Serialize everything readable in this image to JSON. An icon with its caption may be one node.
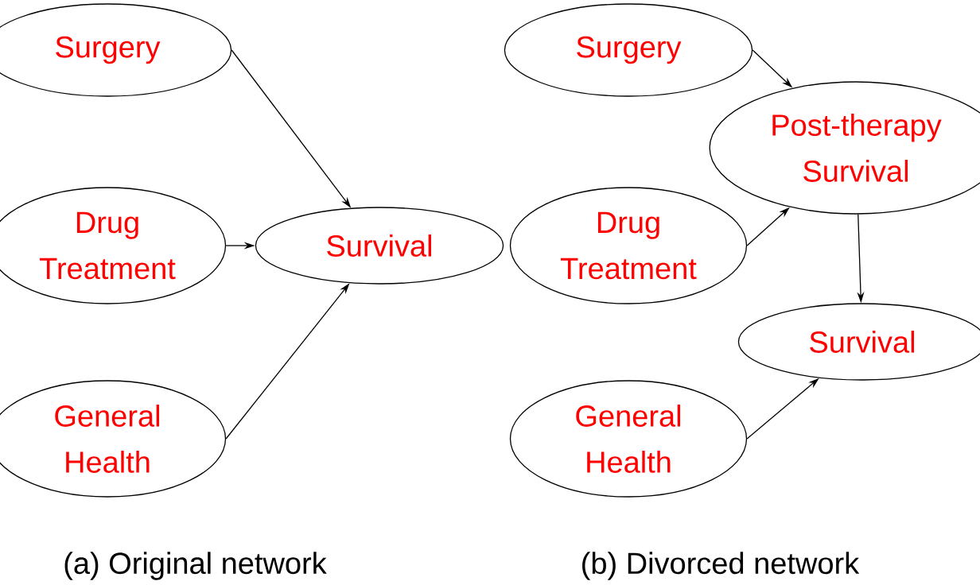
{
  "diagram": {
    "nodes": [
      {
        "text": [
          "Surgery"
        ]
      },
      {
        "text": [
          "Drug Treatment"
        ]
      },
      {
        "text": [
          "General Health"
        ]
      },
      {
        "text": [
          "Survival"
        ]
      },
      {
        "text": [
          "Surgery"
        ]
      },
      {
        "text": [
          "Drug Treatment"
        ]
      },
      {
        "text": [
          "General Health"
        ]
      },
      {
        "text": [
          "Post-therapy Survival"
        ]
      },
      {
        "text": [
          "Survival"
        ]
      }
    ],
    "edges": [
      {
        "from": 0,
        "to": 3,
        "arrow": "to"
      },
      {
        "from": 1,
        "to": 3,
        "arrow": "to"
      },
      {
        "from": 2,
        "to": 3,
        "arrow": "to"
      },
      {
        "from": 4,
        "to": 7,
        "arrow": "to"
      },
      {
        "from": 5,
        "to": 7,
        "arrow": "to"
      },
      {
        "from": 7,
        "to": 8,
        "arrow": "to"
      },
      {
        "from": 6,
        "to": 8,
        "arrow": "to"
      }
    ],
    "labels": [
      "(a) Original network",
      "(b) Divorced network"
    ]
  }
}
